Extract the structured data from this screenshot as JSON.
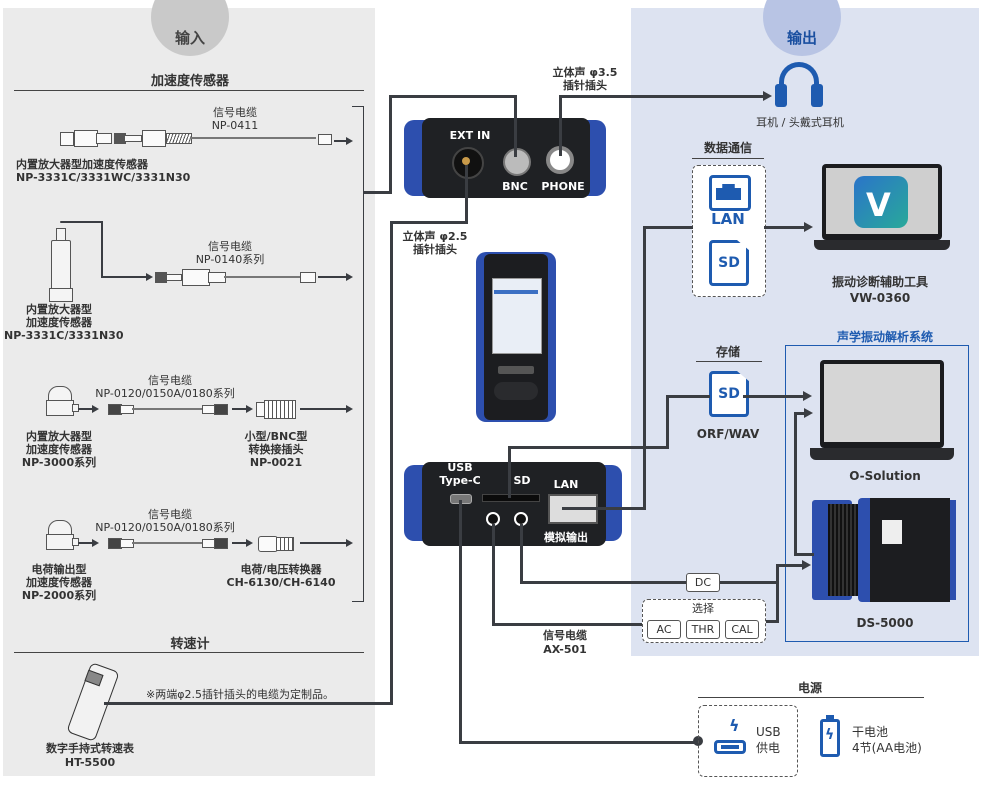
{
  "input_panel": {
    "badge": "输入",
    "accelerometer_section": {
      "title": "加速度传感器",
      "items": [
        {
          "sensor": "内置放大器型加速度传感器",
          "sensor_model": "NP-3331C/3331WC/3331N30",
          "cable_label": "信号电缆",
          "cable_model": "NP-0411"
        },
        {
          "sensor_line1": "内置放大器型",
          "sensor_line2": "加速度传感器",
          "sensor_model": "NP-3331C/3331N30",
          "cable_label": "信号电缆",
          "cable_model": "NP-0140系列"
        },
        {
          "sensor_line1": "内置放大器型",
          "sensor_line2": "加速度传感器",
          "sensor_model": "NP-3000系列",
          "cable_label": "信号电缆",
          "cable_model": "NP-0120/0150A/0180系列",
          "adapter_line1": "小型/BNC型",
          "adapter_line2": "转换接插头",
          "adapter_model": "NP-0021"
        },
        {
          "sensor_line1": "电荷输出型",
          "sensor_line2": "加速度传感器",
          "sensor_model": "NP-2000系列",
          "cable_label": "信号电缆",
          "cable_model": "NP-0120/0150A/0180系列",
          "adapter_line1": "电荷/电压转换器",
          "adapter_model": "CH-6130/CH-6140"
        }
      ]
    },
    "tachometer_section": {
      "title": "转速计",
      "device_name": "数字手持式转速表",
      "device_model": "HT-5500",
      "note": "※两端φ2.5插针插头的电缆为定制品。"
    }
  },
  "center": {
    "top_device": {
      "ports": [
        "EXT IN",
        "BNC",
        "PHONE"
      ],
      "stereo35_line1": "立体声 φ3.5",
      "stereo35_line2": "插针插头",
      "stereo25_line1": "立体声 φ2.5",
      "stereo25_line2": "插针插头"
    },
    "bottom_device": {
      "usb_line1": "USB",
      "usb_line2": "Type-C",
      "sd": "SD",
      "lan": "LAN",
      "analog_out": "模拟输出"
    },
    "cable_label": "信号电缆",
    "cable_model": "AX-501"
  },
  "output_panel": {
    "badge": "输出",
    "headphones": "耳机 / 头戴式耳机",
    "data_comm": {
      "title": "数据通信",
      "lan": "LAN",
      "sd": "SD"
    },
    "software": {
      "name": "振动诊断辅助工具",
      "model": "VW-0360"
    },
    "storage": {
      "title": "存储",
      "sd": "SD",
      "format": "ORF/WAV"
    },
    "analysis_system": {
      "title": "声学振动解析系统",
      "pc": "O-Solution",
      "hardware": "DS-5000"
    },
    "dc_tag": "DC",
    "select": {
      "title": "选择",
      "options": [
        "AC",
        "THR",
        "CAL"
      ]
    }
  },
  "power": {
    "title": "电源",
    "usb_line1": "USB",
    "usb_line2": "供电",
    "battery_line1": "干电池",
    "battery_line2": "4节(AA电池)"
  },
  "colors": {
    "accent_blue": "#1e5bb0",
    "wire": "#3a3d42",
    "input_bg": "#ebebeb",
    "output_bg": "#dde3f1"
  }
}
